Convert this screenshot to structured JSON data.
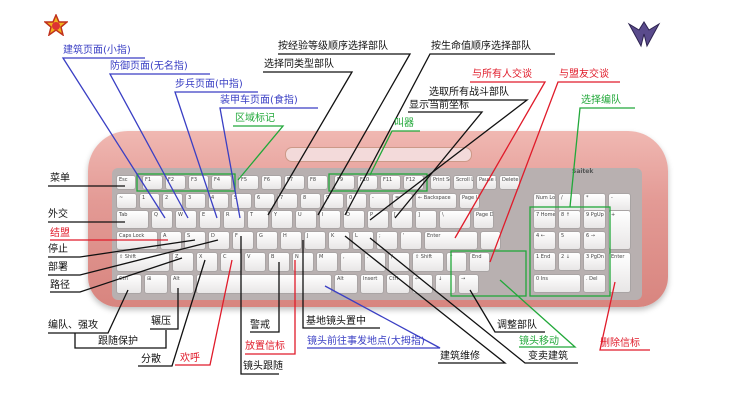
{
  "labels": {
    "building_page": "建筑页面(小指)",
    "defense_page": "防御页面(无名指)",
    "infantry_page": "步兵页面(中指)",
    "armor_page": "装甲车页面(食指)",
    "area_marker": "区域标记",
    "select_by_rank": "按经验等级顺序选择部队",
    "select_same_type": "选择同类型部队",
    "select_by_health": "按生命值顺序选择部队",
    "chat_all": "与所有人交谈",
    "chat_allies": "与盟友交谈",
    "select_all_combat": "选取所有战斗部队",
    "show_coords": "显示当前坐标",
    "taunt": "叫器",
    "select_group": "选择编队",
    "menu": "菜单",
    "diplomacy": "外交",
    "alliance": "结盟",
    "stop": "停止",
    "deploy": "部署",
    "waypoint": "路径",
    "group_force": "编队、强攻",
    "crush": "辗压",
    "guard_follow": "跟随保护",
    "scatter": "分散",
    "cheer": "欢呼",
    "alert": "警戒",
    "place_beacon": "放置信标",
    "camera_follow": "镜头跟随",
    "center_base": "基地镜头置中",
    "camera_event": "镜头前往事发地点(大拇指)",
    "repair": "建筑维修",
    "sell": "变卖建筑",
    "formation": "调整部队",
    "camera_move": "镜头移动",
    "delete_beacon": "删除信标"
  },
  "brand": "Saitek",
  "keys": {
    "row0": [
      "Esc",
      "F1",
      "F2",
      "F3",
      "F4",
      "F5",
      "F6",
      "F7",
      "F8",
      "F9",
      "F10",
      "F11",
      "F12",
      "Print Scrn",
      "Scroll Lock",
      "Pause Break",
      "Delete"
    ],
    "row1": [
      "~",
      "1",
      "2",
      "3",
      "4",
      "5",
      "6",
      "7",
      "8",
      "9",
      "0",
      "-",
      "=",
      "← Backspace",
      "Page Up"
    ],
    "row2": [
      "Tab",
      "Q",
      "W",
      "E",
      "R",
      "T",
      "Y",
      "U",
      "I",
      "O",
      "P",
      "[",
      "]",
      "\\",
      "Page Down"
    ],
    "row3": [
      "Caps Lock",
      "A",
      "S",
      "D",
      "F",
      "G",
      "H",
      "J",
      "K",
      "L",
      ";",
      "'",
      "Enter",
      ""
    ],
    "row4": [
      "⇧ Shift",
      "Z",
      "X",
      "C",
      "V",
      "B",
      "N",
      "M",
      ",",
      ".",
      "/",
      "⇧ Shift",
      "↑",
      "End"
    ],
    "row5": [
      "Ctrl",
      "⊞",
      "Alt",
      "",
      "Alt",
      "Insert",
      "Ctrl",
      "←",
      "↓",
      "→"
    ],
    "numpad": [
      "Num Lock",
      "/",
      "*",
      "-",
      "7 Home",
      "8 ↑",
      "9 PgUp",
      "+",
      "4 ←",
      "5",
      "6 →",
      "1 End",
      "2 ↓",
      "3 PgDn",
      "Enter",
      "0 Ins",
      ". Del"
    ]
  },
  "colors": {
    "blue": "#3a3fc4",
    "green": "#22a83a",
    "red": "#e01b2a",
    "black": "#111111",
    "keyboard": "#e39a95"
  }
}
